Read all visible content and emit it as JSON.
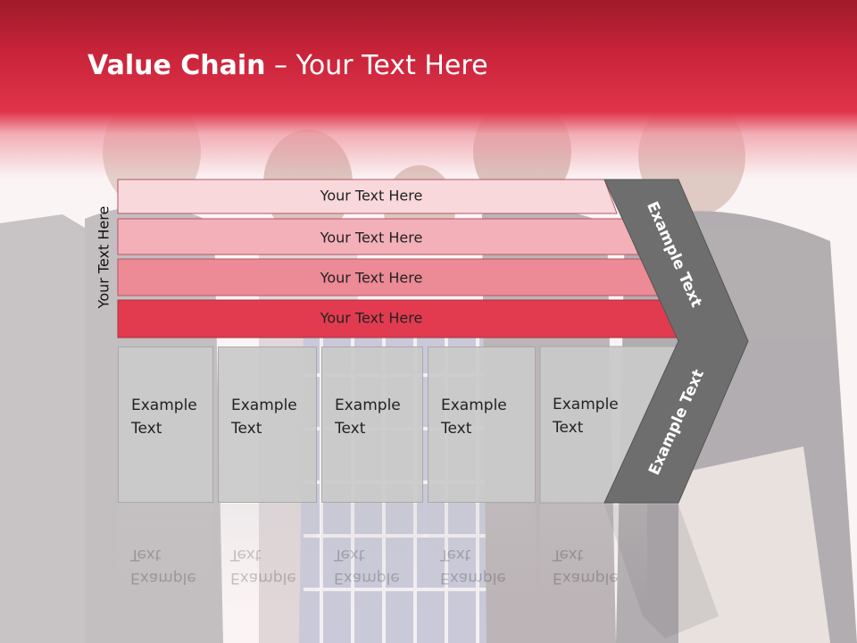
{
  "title": {
    "bold": "Value Chain",
    "rest": " – Your Text Here"
  },
  "side_label": "Your Text Here",
  "bars": [
    {
      "label": "Your Text Here",
      "color": "#f9d8dc"
    },
    {
      "label": "Your Text Here",
      "color": "#f3b0b9"
    },
    {
      "label": "Your Text Here",
      "color": "#ec8a96"
    },
    {
      "label": "Your Text Here",
      "color": "#e23b50"
    }
  ],
  "boxes": [
    {
      "line1": "Example",
      "line2": "Text"
    },
    {
      "line1": "Example",
      "line2": "Text"
    },
    {
      "line1": "Example",
      "line2": "Text"
    },
    {
      "line1": "Example",
      "line2": "Text"
    },
    {
      "line1": "Example",
      "line2": "Text"
    }
  ],
  "chevron": {
    "upper": "Example Text",
    "lower": "Example Text",
    "color": "#6e6e6e"
  },
  "colors": {
    "header": "#d9283e",
    "box": "#cacaca"
  }
}
